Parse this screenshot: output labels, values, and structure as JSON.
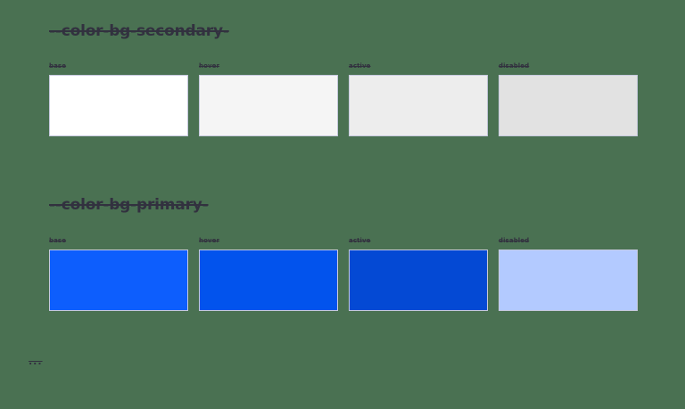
{
  "page": {
    "background_color": "#4a7152",
    "text_color": "#32313f",
    "swatch_border_color": "#c7c9de",
    "footer_ellipsis": "..."
  },
  "sections": [
    {
      "heading": "--color-bg-secondary-",
      "swatches": [
        {
          "label": "base",
          "color": "#ffffff"
        },
        {
          "label": "hover",
          "color": "#f5f5f5"
        },
        {
          "label": "active",
          "color": "#ededed"
        },
        {
          "label": "disabled",
          "color": "#e2e2e2"
        }
      ]
    },
    {
      "heading": "--color-bg-primary-",
      "swatches": [
        {
          "label": "base",
          "color": "#0d5efd"
        },
        {
          "label": "hover",
          "color": "#0253ed"
        },
        {
          "label": "active",
          "color": "#0449d4"
        },
        {
          "label": "disabled",
          "color": "#b3caff"
        }
      ]
    }
  ]
}
